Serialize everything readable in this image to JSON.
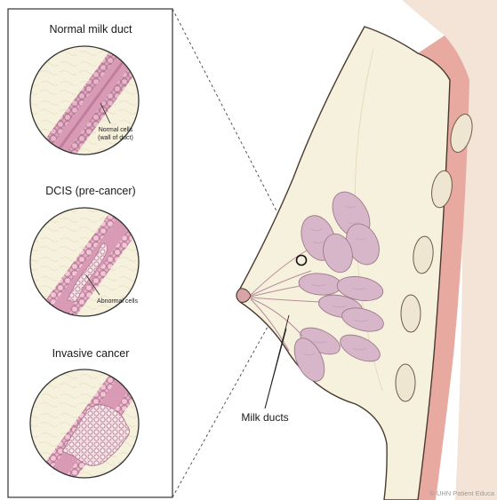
{
  "panels": {
    "normal": {
      "title": "Normal milk duct",
      "label_line1": "Normal cells",
      "label_line2": "(wall of duct)"
    },
    "dcis": {
      "title": "DCIS (pre-cancer)",
      "label": "Abnormal cells"
    },
    "invasive": {
      "title": "Invasive cancer"
    }
  },
  "breast": {
    "ducts_label": "Milk ducts"
  },
  "credit": "© UHN Patient Educa",
  "colors": {
    "tissue": "#f6f1dc",
    "duct_wall": "#c98aa6",
    "duct_lumen": "#8e4a6a",
    "lobule": "#d6b6c8",
    "muscle": "#e7a9a0",
    "rib": "#efe6d2"
  }
}
